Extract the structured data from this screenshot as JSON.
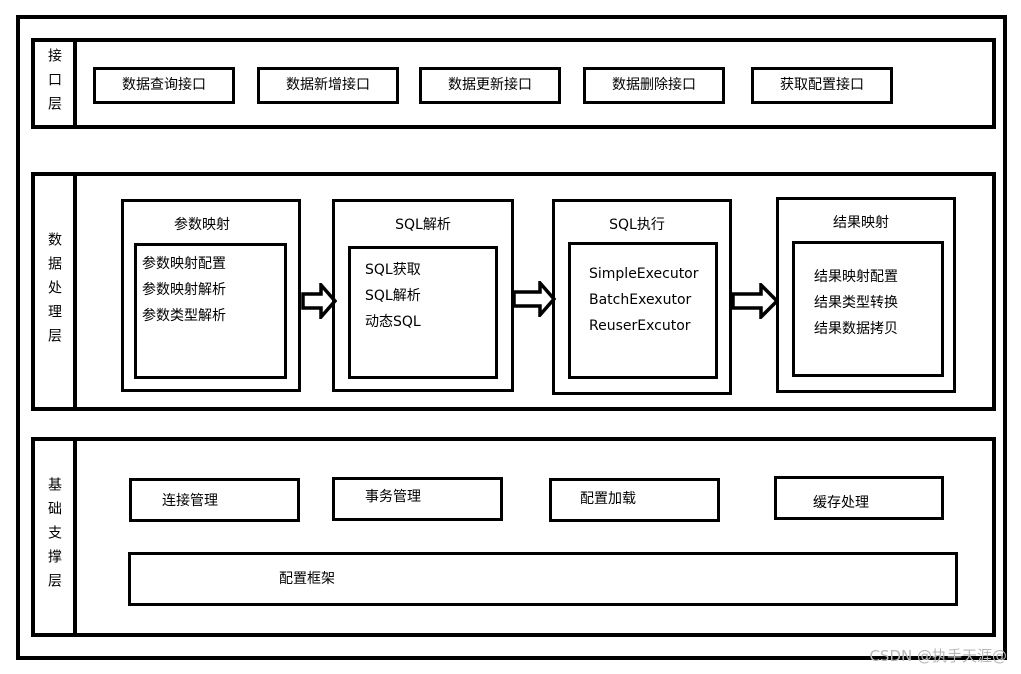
{
  "interface_layer": {
    "label": "接口层",
    "buttons": [
      "数据查询接口",
      "数据新增接口",
      "数据更新接口",
      "数据删除接口",
      "获取配置接口"
    ]
  },
  "processing_layer": {
    "label": "数据处理层",
    "modules": [
      {
        "title": "参数映射",
        "items": [
          "参数映射配置",
          "参数映射解析",
          "参数类型解析"
        ]
      },
      {
        "title": "SQL解析",
        "items": [
          "SQL获取",
          "SQL解析",
          "动态SQL"
        ]
      },
      {
        "title": "SQL执行",
        "items": [
          "SimpleExecutor",
          "BatchExexutor",
          "ReuserExcutor"
        ]
      },
      {
        "title": "结果映射",
        "items": [
          "结果映射配置",
          "结果类型转换",
          "结果数据拷贝"
        ]
      }
    ]
  },
  "support_layer": {
    "label": "基础支撑层",
    "items": [
      "连接管理",
      "事务管理",
      "配置加载",
      "缓存处理"
    ],
    "framework": "配置框架"
  },
  "watermark": "CSDN @执手天涯@"
}
